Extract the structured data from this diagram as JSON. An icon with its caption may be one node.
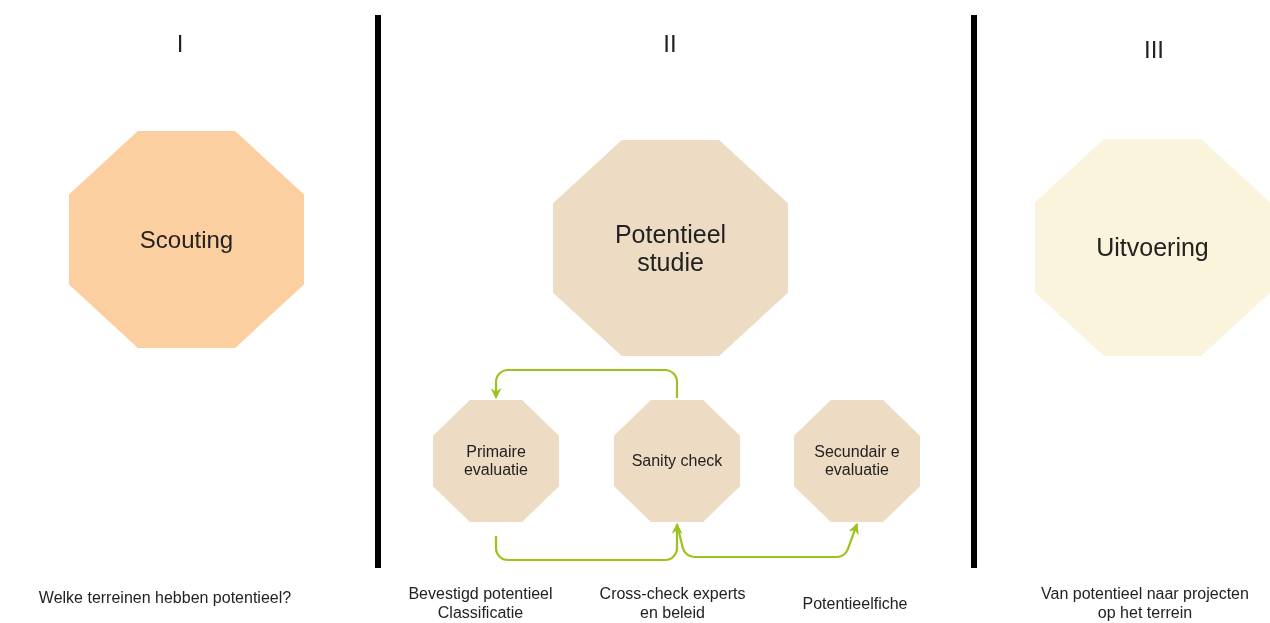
{
  "diagram": {
    "nodes": [
      {
        "text": [
          "Scouting"
        ]
      },
      {
        "text": [
          "Potentieel studie"
        ]
      },
      {
        "text": [
          "Uitvoering"
        ]
      },
      {
        "text": [
          "Primaire evaluatie"
        ]
      },
      {
        "text": [
          "Sanity check"
        ]
      },
      {
        "text": [
          "Secundair e evaluatie"
        ]
      }
    ],
    "edges": [
      {
        "from": 4,
        "to": 3,
        "arrow": "to",
        "color": "#9cc31c"
      },
      {
        "from": 3,
        "to": 4,
        "arrow": "to",
        "color": "#9cc31c"
      },
      {
        "from": 4,
        "to": 5,
        "arrow": "to",
        "color": "#9cc31c"
      }
    ],
    "labels": [
      "I",
      "II",
      "III",
      "Welke terreinen hebben potentieel?",
      "Bevestigd potentieel Classificatie",
      "Cross-check experts en beleid",
      "Potentieelfiche",
      "Van potentieel naar projecten op het terrein"
    ]
  }
}
